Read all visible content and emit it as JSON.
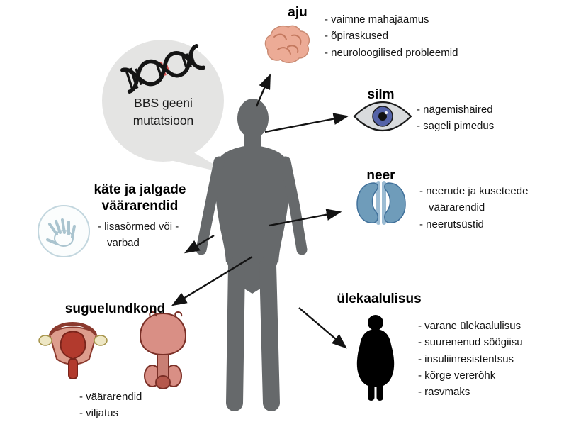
{
  "colors": {
    "body": "#66696b",
    "bubble": "#e4e4e3",
    "arrow": "#131313",
    "brain_fill": "#ecab96",
    "eye_fill": "#d9dbdd",
    "iris": "#5563a8",
    "kidney_fill": "#6f9cba",
    "obesity": "#000000",
    "dna_red": "#d94f4f"
  },
  "bubble": {
    "text": "BBS geeni mutatsioon"
  },
  "sections": {
    "brain": {
      "title": "aju",
      "items": [
        "- vaimne mahajäämus",
        "- õpiraskused",
        "- neuroloogilised probleemid"
      ]
    },
    "eye": {
      "title": "silm",
      "items": [
        "- nägemishäired",
        "- sageli pimedus"
      ]
    },
    "kidney": {
      "title": "neer",
      "items": [
        "- neerude ja kuseteede väärarendid",
        "- neerutsüstid"
      ]
    },
    "limbs": {
      "title": "käte ja jalgade väärarendid",
      "items": [
        "- lisasõrmed või -varbad"
      ]
    },
    "genital": {
      "title": "suguelundkond",
      "items": [
        "- väärarendid",
        "- viljatus"
      ]
    },
    "obesity": {
      "title": "ülekaalulisus",
      "items": [
        "- varane ülekaalulisus",
        "- suurenenud söögiisu",
        "- insuliinresistentsus",
        "- kõrge vererõhk",
        "- rasvmaks"
      ]
    }
  }
}
